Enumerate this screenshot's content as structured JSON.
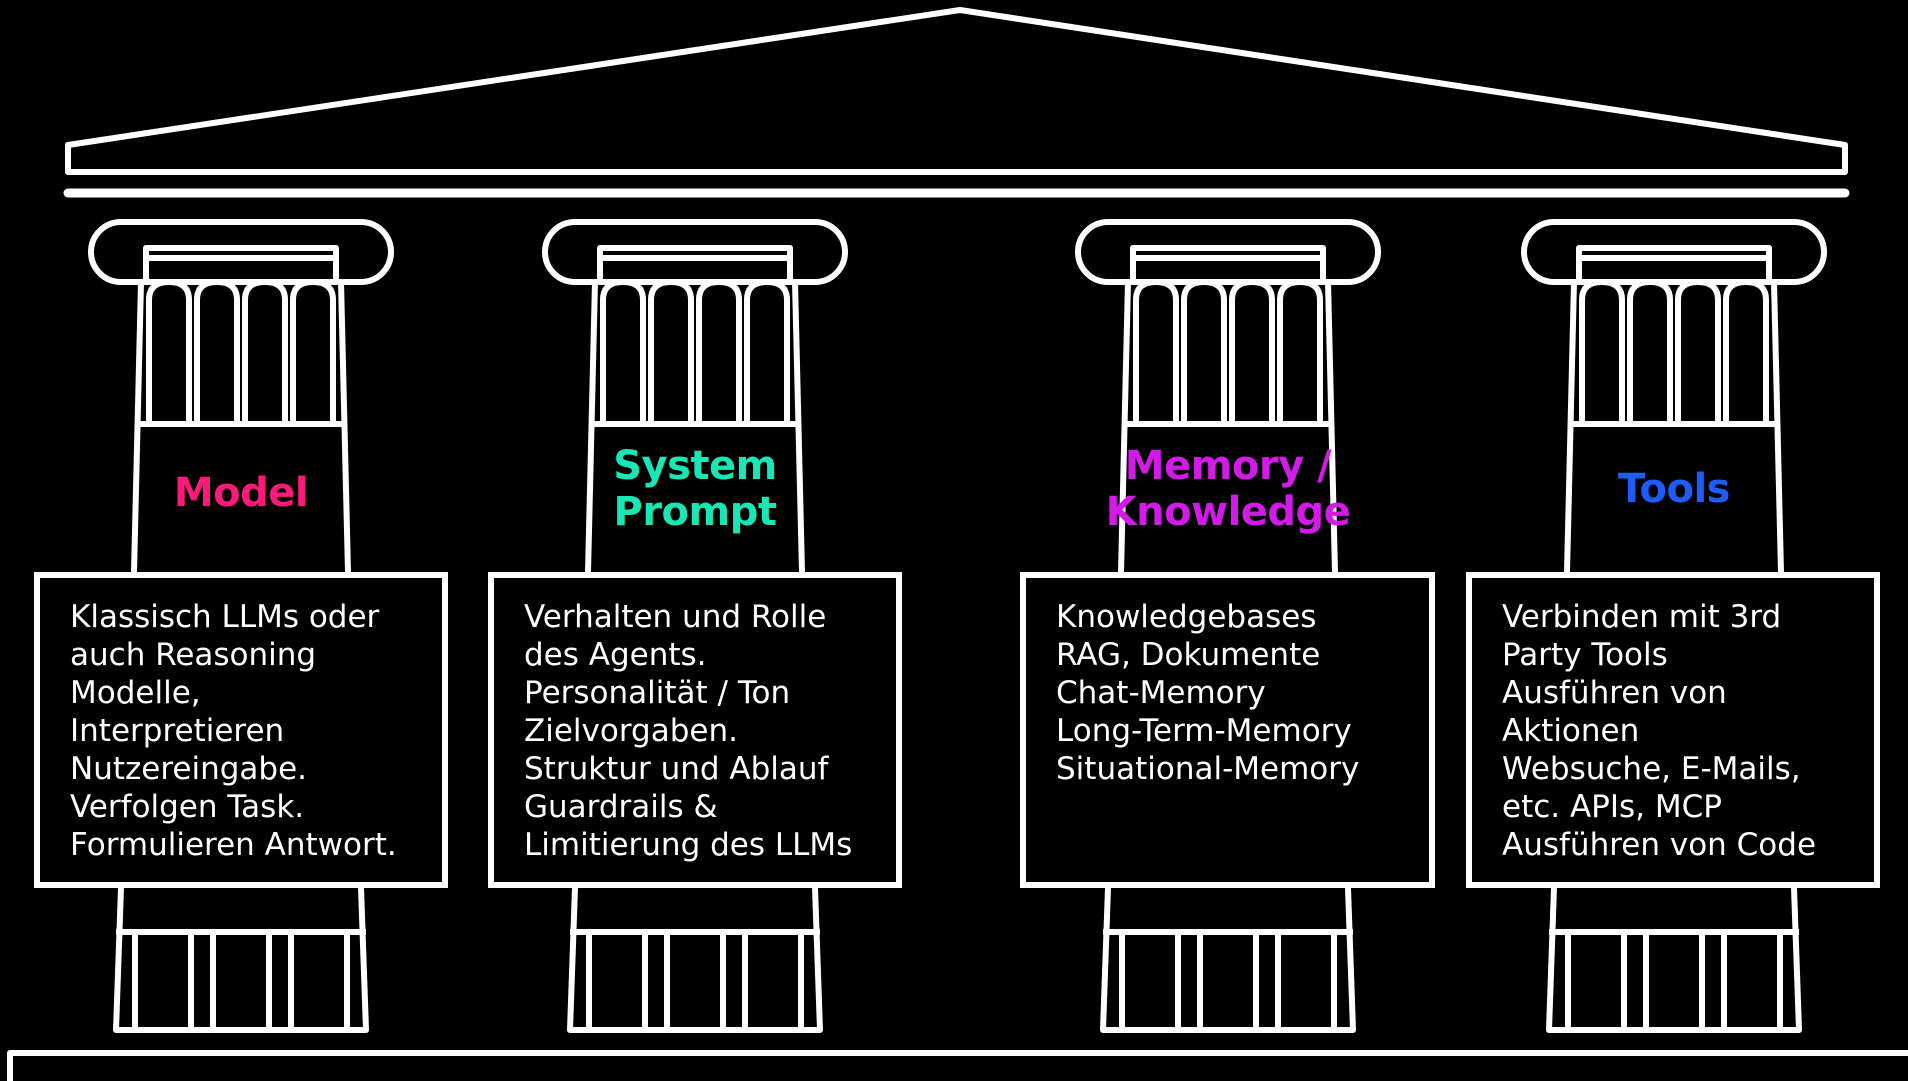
{
  "colors": {
    "background": "#000000",
    "stroke": "#ffffff",
    "model": "#ff1a7a",
    "system_prompt": "#19e6b5",
    "memory": "#d21be8",
    "tools": "#1f5cff"
  },
  "pillars": [
    {
      "title_lines": [
        "Model"
      ],
      "color": "#ff1a7a",
      "lines": [
        "Klassisch LLMs oder",
        "auch Reasoning",
        "Modelle,",
        "Interpretieren",
        "Nutzereingabe.",
        "Verfolgen Task.",
        "Formulieren Antwort."
      ]
    },
    {
      "title_lines": [
        "System",
        "Prompt"
      ],
      "color": "#19e6b5",
      "lines": [
        "Verhalten und Rolle",
        "des Agents.",
        "Personalität / Ton",
        "Zielvorgaben.",
        "Struktur und Ablauf",
        "Guardrails &",
        "Limitierung des LLMs"
      ]
    },
    {
      "title_lines": [
        "Memory /",
        "Knowledge"
      ],
      "color": "#d21be8",
      "lines": [
        "Knowledgebases",
        "RAG, Dokumente",
        "Chat-Memory",
        "Long-Term-Memory",
        "Situational-Memory"
      ]
    },
    {
      "title_lines": [
        "Tools"
      ],
      "color": "#1f5cff",
      "lines": [
        "Verbinden mit 3rd",
        "Party Tools",
        "Ausführen von",
        "Aktionen",
        "Websuche, E-Mails,",
        "etc. APIs, MCP",
        "Ausführen von Code"
      ]
    }
  ]
}
